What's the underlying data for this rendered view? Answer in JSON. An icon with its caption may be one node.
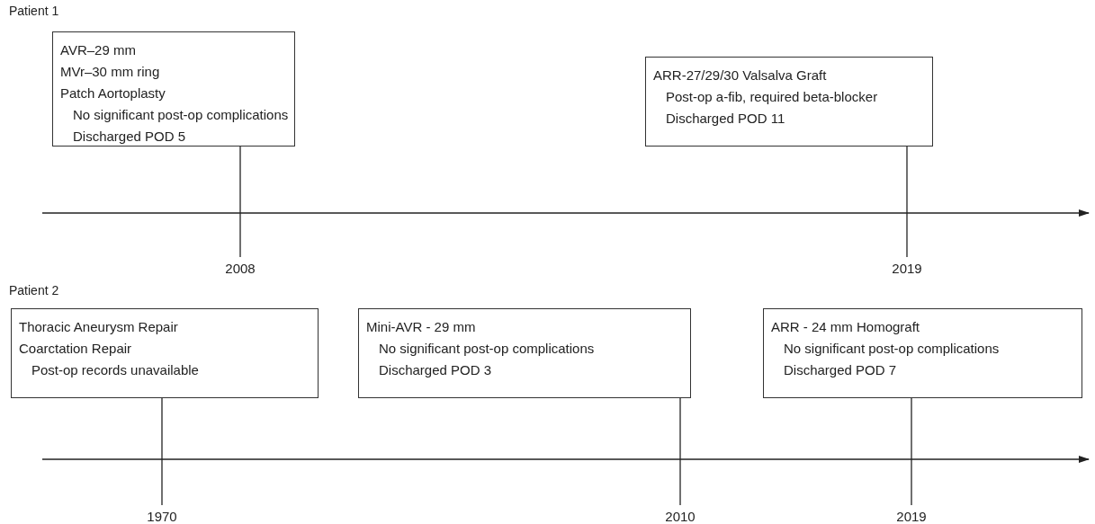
{
  "diagram": {
    "nodes": [
      {
        "text": [
          "AVR–29 mm",
          "MVr–30 mm ring",
          "Patch Aortoplasty",
          "No significant post-op complications",
          "Discharged POD 5"
        ]
      },
      {
        "text": [
          "2008"
        ]
      },
      {
        "text": [
          "ARR-27/29/30 Valsalva Graft",
          "Post-op a-fib, required beta-blocker",
          "Discharged POD 11"
        ]
      },
      {
        "text": [
          "2019"
        ]
      },
      {
        "text": [
          "Thoracic Aneurysm Repair",
          "Coarctation Repair",
          "Post-op records unavailable"
        ]
      },
      {
        "text": [
          "1970"
        ]
      },
      {
        "text": [
          "Mini-AVR - 29 mm",
          "No significant post-op complications",
          "Discharged POD 3"
        ]
      },
      {
        "text": [
          "2010"
        ]
      },
      {
        "text": [
          "ARR - 24 mm Homograft",
          "No significant post-op complications",
          "Discharged POD 7"
        ]
      },
      {
        "text": [
          "2019"
        ]
      }
    ],
    "edges": [
      {
        "from": 0,
        "to": 1,
        "arrow": "none"
      },
      {
        "from": 2,
        "to": 3,
        "arrow": "none"
      },
      {
        "from": 4,
        "to": 5,
        "arrow": "none"
      },
      {
        "from": 6,
        "to": 7,
        "arrow": "none"
      },
      {
        "from": 8,
        "to": 9,
        "arrow": "none"
      }
    ],
    "labels": [
      "Patient 1",
      "Patient 2"
    ]
  }
}
